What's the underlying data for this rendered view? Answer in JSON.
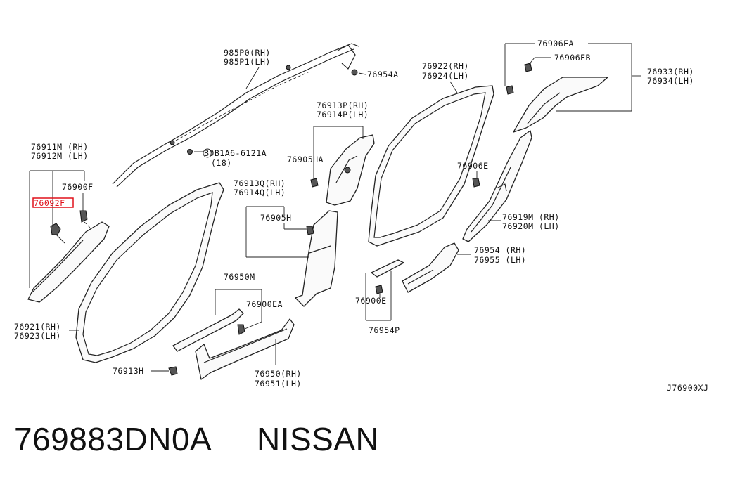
{
  "diagram": {
    "labels": {
      "p985": [
        "985P0(RH)",
        "985P1(LH)"
      ],
      "p76954A": "76954A",
      "p08146": [
        "B0B1A6-6121A",
        "(18)"
      ],
      "p76911": [
        "76911M (RH)",
        "76912M (LH)"
      ],
      "p76900F": "76900F",
      "p76092F": "76092F",
      "p76921": [
        "76921(RH)",
        "76923(LH)"
      ],
      "p76913H": "76913H",
      "p76950M": "76950M",
      "p76900EA": "76900EA",
      "p76950": [
        "76950(RH)",
        "76951(LH)"
      ],
      "p76913P": [
        "76913P(RH)",
        "76914P(LH)"
      ],
      "p76905HA": "76905HA",
      "p76913Q": [
        "76913Q(RH)",
        "76914Q(LH)"
      ],
      "p76905H": "76905H",
      "p76922": [
        "76922(RH)",
        "76924(LH)"
      ],
      "p76906EA": "76906EA",
      "p76906EB": "76906EB",
      "p76933": [
        "76933(RH)",
        "76934(LH)"
      ],
      "p76906E": "76906E",
      "p76919M": [
        "76919M (RH)",
        "76920M (LH)"
      ],
      "p76954": [
        "76954 (RH)",
        "76955 (LH)"
      ],
      "p76900E": "76900E",
      "p76954P": "76954P",
      "code": "J76900XJ"
    },
    "highlight_color": "#e0101a"
  },
  "footer": {
    "part_number": "769883DN0A",
    "brand": "NISSAN"
  }
}
